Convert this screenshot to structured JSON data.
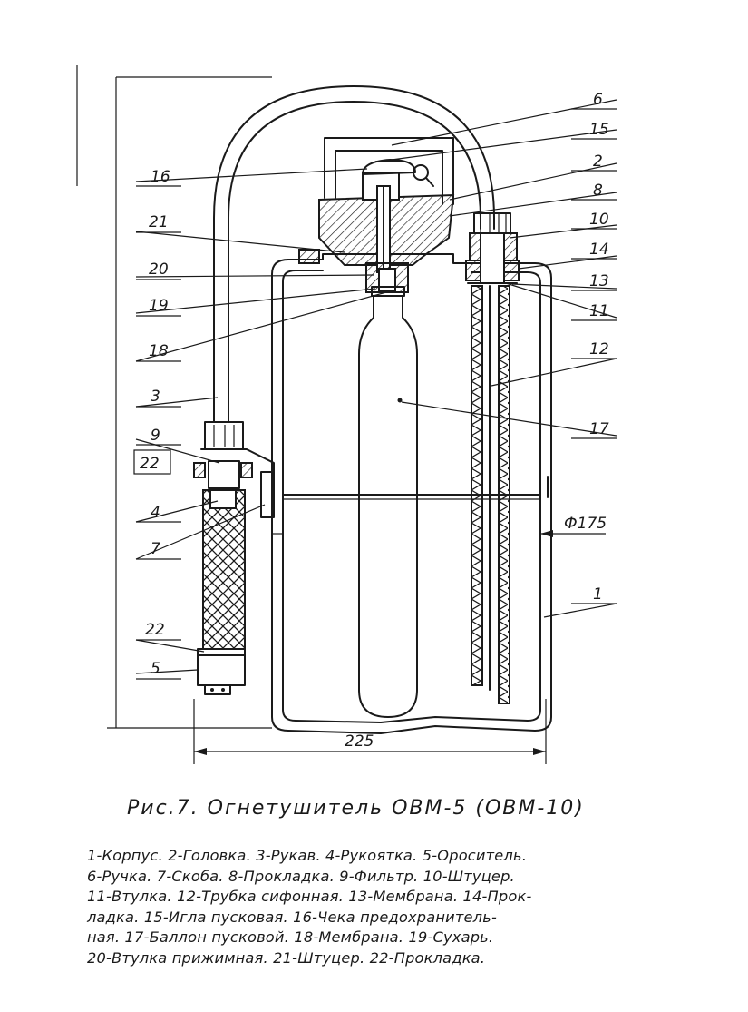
{
  "figure": {
    "caption": "Рис.7. Огнетушитель ОВМ-5 (ОВМ-10)",
    "legend_lines": [
      "1-Корпус. 2-Головка. 3-Рукав. 4-Рукоятка. 5-Ороситель.",
      "6-Ручка. 7-Скоба. 8-Прокладка. 9-Фильтр. 10-Штуцер.",
      "11-Втулка. 12-Трубка сифонная. 13-Мембрана. 14-Прок-",
      "ладка. 15-Игла пусковая. 16-Чека предохранитель-",
      "ная. 17-Баллон пусковой. 18-Мембрана. 19-Сухарь.",
      "20-Втулка прижимная. 21-Штуцер. 22-Прокладка."
    ]
  },
  "callouts": [
    {
      "id": "6",
      "label": "6"
    },
    {
      "id": "15",
      "label": "15"
    },
    {
      "id": "16",
      "label": "16"
    },
    {
      "id": "2",
      "label": "2"
    },
    {
      "id": "8",
      "label": "8"
    },
    {
      "id": "21",
      "label": "21"
    },
    {
      "id": "10",
      "label": "10"
    },
    {
      "id": "14",
      "label": "14"
    },
    {
      "id": "20",
      "label": "20"
    },
    {
      "id": "13",
      "label": "13"
    },
    {
      "id": "19",
      "label": "19"
    },
    {
      "id": "11",
      "label": "11"
    },
    {
      "id": "18",
      "label": "18"
    },
    {
      "id": "12",
      "label": "12"
    },
    {
      "id": "3",
      "label": "3"
    },
    {
      "id": "17",
      "label": "17"
    },
    {
      "id": "9",
      "label": "9"
    },
    {
      "id": "22a",
      "label": "22"
    },
    {
      "id": "4",
      "label": "4"
    },
    {
      "id": "7",
      "label": "7"
    },
    {
      "id": "1",
      "label": "1"
    },
    {
      "id": "22b",
      "label": "22"
    },
    {
      "id": "5",
      "label": "5"
    }
  ],
  "dimensions": {
    "diameter": "Ф175",
    "width": "225"
  }
}
